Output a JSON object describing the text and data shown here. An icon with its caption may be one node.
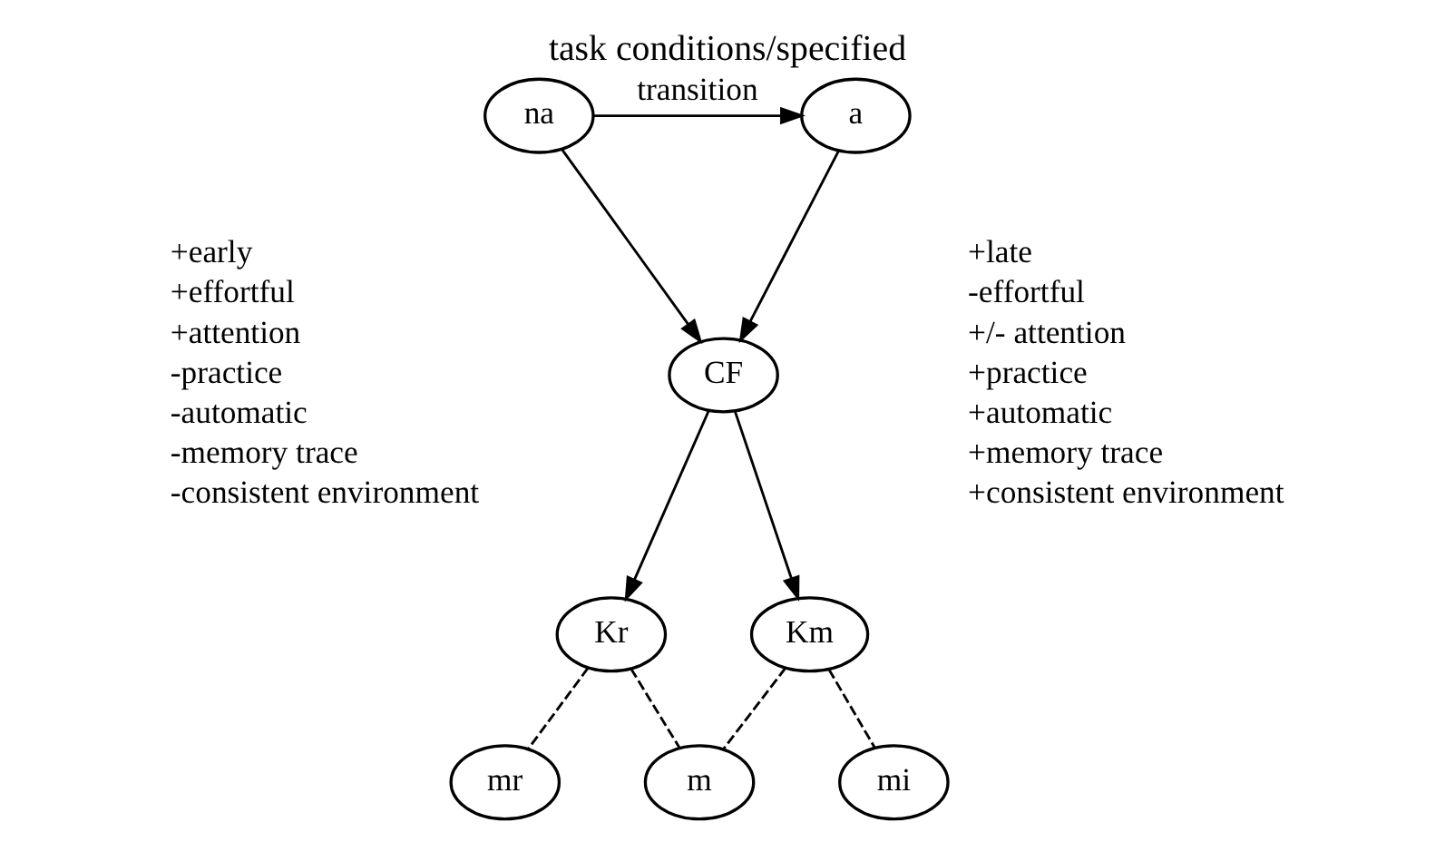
{
  "diagram": {
    "title": "task conditions/specified",
    "nodes": [
      {
        "text": [
          "na"
        ]
      },
      {
        "text": [
          "a"
        ]
      },
      {
        "text": [
          "CF"
        ]
      },
      {
        "text": [
          "Kr"
        ]
      },
      {
        "text": [
          "Km"
        ]
      },
      {
        "text": [
          "mr"
        ]
      },
      {
        "text": [
          "m"
        ]
      },
      {
        "text": [
          "mi"
        ]
      }
    ],
    "edges": [
      {
        "from": 0,
        "to": 1,
        "arrow": "to",
        "label": "transition"
      },
      {
        "from": 0,
        "to": 2,
        "arrow": "to"
      },
      {
        "from": 1,
        "to": 2,
        "arrow": "to"
      },
      {
        "from": 2,
        "to": 3,
        "arrow": "to"
      },
      {
        "from": 2,
        "to": 4,
        "arrow": "to"
      },
      {
        "from": 3,
        "to": 5,
        "arrow": "none",
        "style": "dashed"
      },
      {
        "from": 3,
        "to": 6,
        "arrow": "none",
        "style": "dashed"
      },
      {
        "from": 4,
        "to": 6,
        "arrow": "none",
        "style": "dashed"
      },
      {
        "from": 4,
        "to": 7,
        "arrow": "none",
        "style": "dashed"
      }
    ],
    "labels": [
      "+early",
      "+effortful",
      "+attention",
      "-practice",
      "-automatic",
      "-memory trace",
      "-consistent environment",
      "+late",
      "-effortful",
      "+/- attention",
      "+practice",
      "+automatic",
      "+memory trace",
      "+consistent environment"
    ]
  }
}
